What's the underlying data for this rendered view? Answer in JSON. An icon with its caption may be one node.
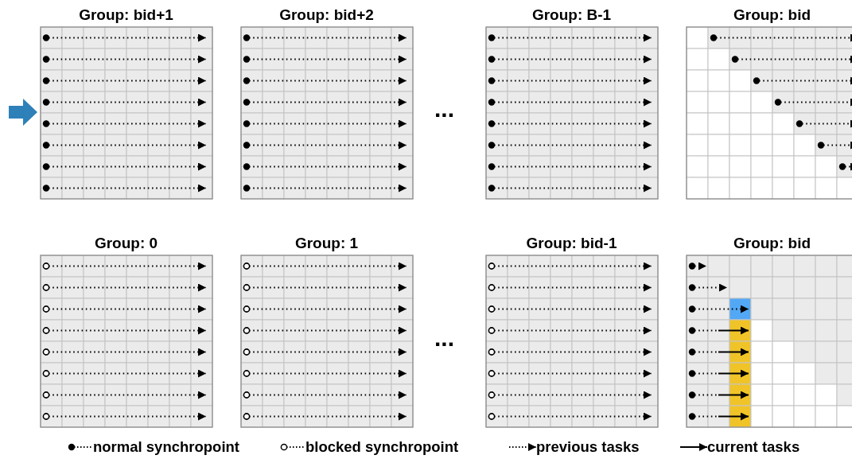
{
  "diagram": {
    "nodes": [
      {
        "text": [
          "Group: bid+1"
        ]
      },
      {
        "text": [
          "Group: bid+2"
        ]
      },
      {
        "text": [
          "Group: B-1"
        ]
      },
      {
        "text": [
          "Group: bid"
        ]
      },
      {
        "text": [
          "Group: 0"
        ]
      },
      {
        "text": [
          "Group: 1"
        ]
      },
      {
        "text": [
          "Group: bid-1"
        ]
      },
      {
        "text": [
          "Group: bid"
        ]
      }
    ],
    "edges": [],
    "labels": [
      "...",
      "..."
    ],
    "legend": [
      {
        "text": "normal synchropoint"
      },
      {
        "text": "blocked synchropoint"
      },
      {
        "text": "previous tasks"
      },
      {
        "text": "current tasks"
      }
    ]
  }
}
